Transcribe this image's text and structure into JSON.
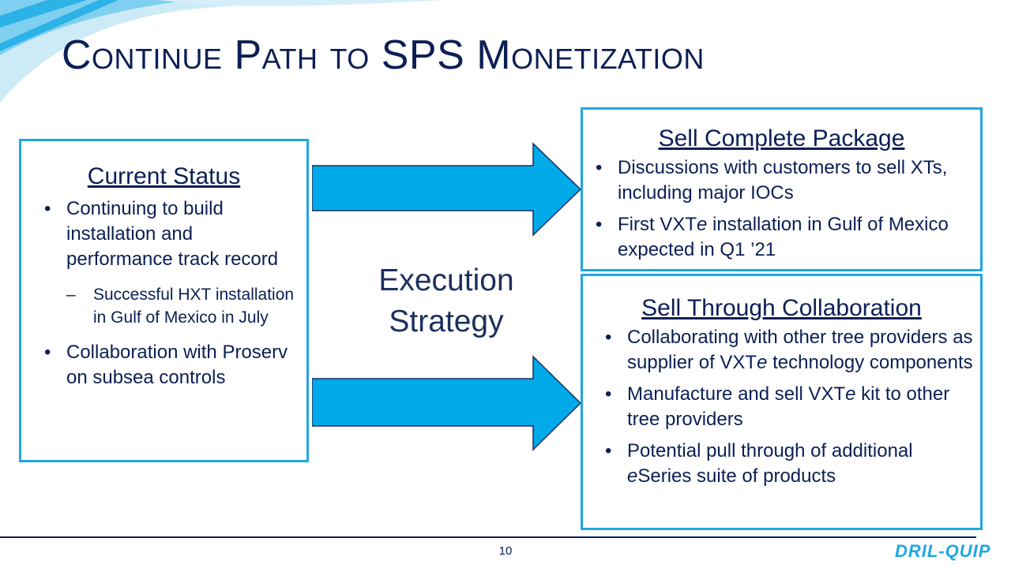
{
  "title": "Continue Path to SPS Monetization",
  "current_status": {
    "heading": "Current Status",
    "items": [
      {
        "text": "Continuing to build installation and performance track record",
        "level": 1
      },
      {
        "text": "Successful HXT installation in Gulf of Mexico in July",
        "level": 2
      },
      {
        "text": "Collaboration with Proserv on subsea controls",
        "level": 1
      }
    ]
  },
  "center_label": {
    "line1": "Execution",
    "line2": "Strategy"
  },
  "sell_complete": {
    "heading": "Sell Complete Package",
    "item1": "Discussions with customers to sell XTs, including major IOCs",
    "item2_a": "First VXT",
    "item2_e": "e",
    "item2_b": " installation in Gulf of Mexico expected in Q1 ’21"
  },
  "sell_collab": {
    "heading": "Sell Through Collaboration",
    "item1_a": "Collaborating with other tree providers as supplier of VXT",
    "item1_e": "e",
    "item1_b": " technology components",
    "item2_a": "Manufacture and sell VXT",
    "item2_e": "e",
    "item2_b": " kit to other tree providers",
    "item3_a": "Potential pull through of additional ",
    "item3_e": "e",
    "item3_b": "Series suite of products"
  },
  "page_number": "10",
  "logo": "DRIL-QUIP",
  "colors": {
    "navy": "#0c1f55",
    "accent": "#1ea7e1",
    "arrow": "#00a9e8"
  }
}
